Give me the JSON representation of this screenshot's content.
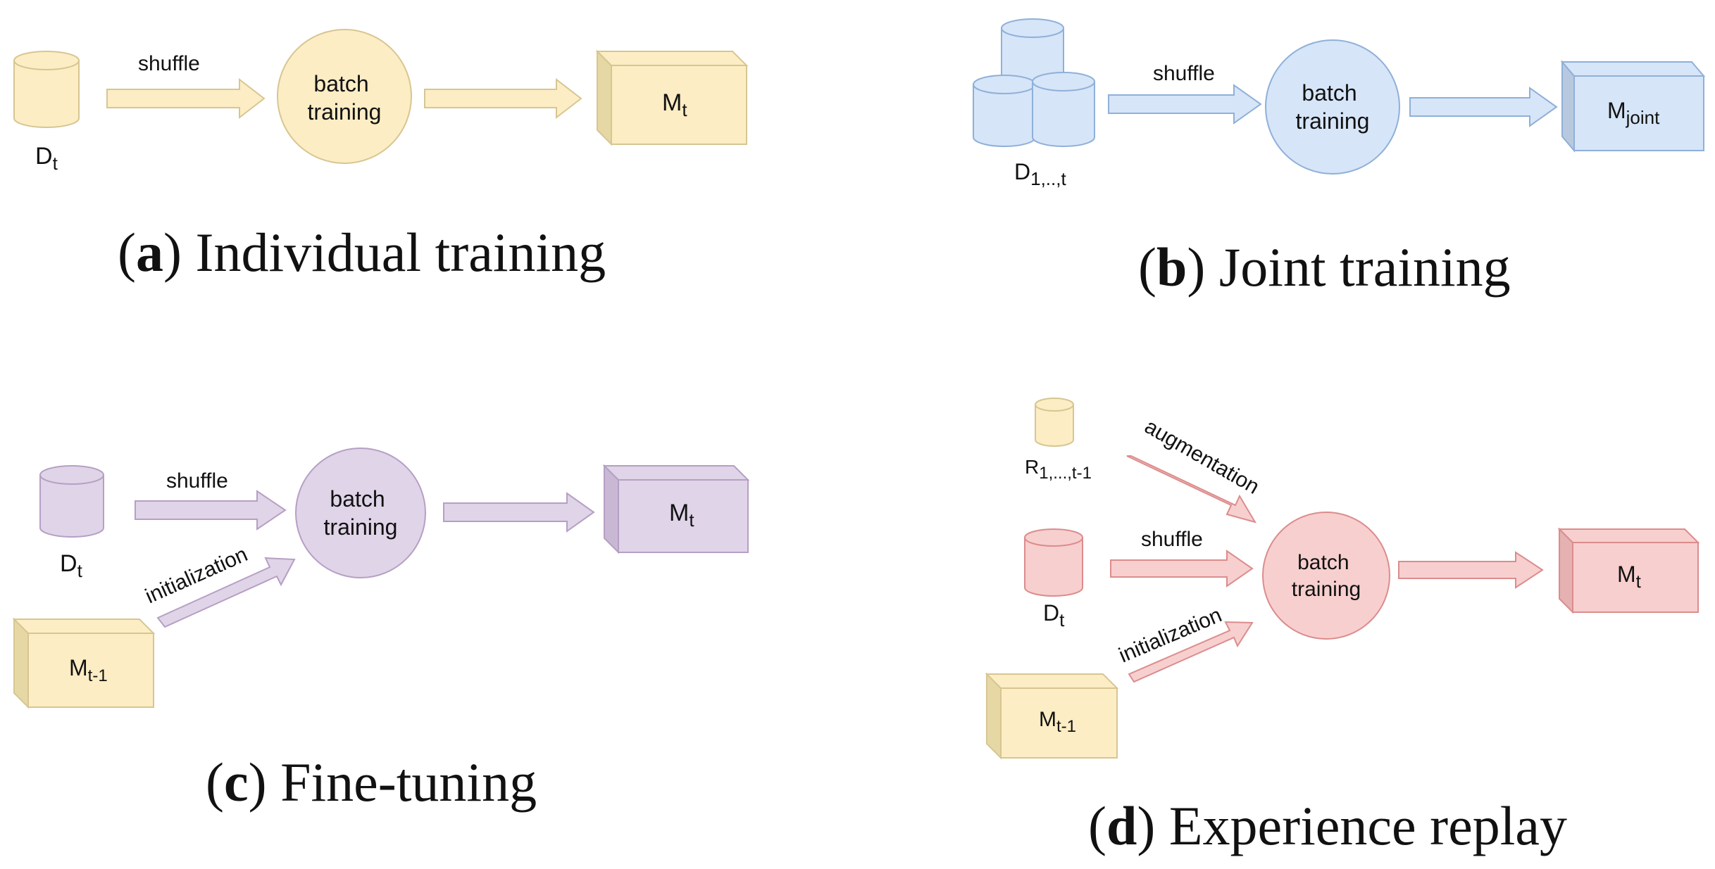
{
  "colors": {
    "yellow_fill": "#fcedc4",
    "yellow_side": "#e6d8a4",
    "yellow_stroke": "#d7c692",
    "blue_fill": "#d6e5f8",
    "blue_side": "#b8c9df",
    "blue_stroke": "#8fb0d8",
    "purple_fill": "#e0d4e8",
    "purple_side": "#c9b8d4",
    "purple_stroke": "#b69fc4",
    "red_fill": "#f7cfcf",
    "red_side": "#e5b1b1",
    "red_stroke": "#dc8c8c"
  },
  "panel_a": {
    "caption_letter": "a",
    "caption_text": "Individual training",
    "dataset_label": "D",
    "dataset_sub": "t",
    "arrow_label": "shuffle",
    "circle_line1": "batch",
    "circle_line2": "training",
    "model_label": "M",
    "model_sub": "t"
  },
  "panel_b": {
    "caption_letter": "b",
    "caption_text": "Joint training",
    "dataset_label": "D",
    "dataset_sub": "1,..,t",
    "arrow_label": "shuffle",
    "circle_line1": "batch",
    "circle_line2": "training",
    "model_label": "M",
    "model_sub": "joint"
  },
  "panel_c": {
    "caption_letter": "c",
    "caption_text": "Fine-tuning",
    "dataset_label": "D",
    "dataset_sub": "t",
    "arrow_label": "shuffle",
    "init_label": "initialization",
    "circle_line1": "batch",
    "circle_line2": "training",
    "model_label": "M",
    "model_sub": "t",
    "prev_model_label": "M",
    "prev_model_sub": "t-1"
  },
  "panel_d": {
    "caption_letter": "d",
    "caption_text": "Experience replay",
    "replay_label": "R",
    "replay_sub": "1,...,t-1",
    "aug_label": "augmentation",
    "dataset_label": "D",
    "dataset_sub": "t",
    "arrow_label": "shuffle",
    "init_label": "initialization",
    "circle_line1": "batch",
    "circle_line2": "training",
    "model_label": "M",
    "model_sub": "t",
    "prev_model_label": "M",
    "prev_model_sub": "t-1"
  }
}
